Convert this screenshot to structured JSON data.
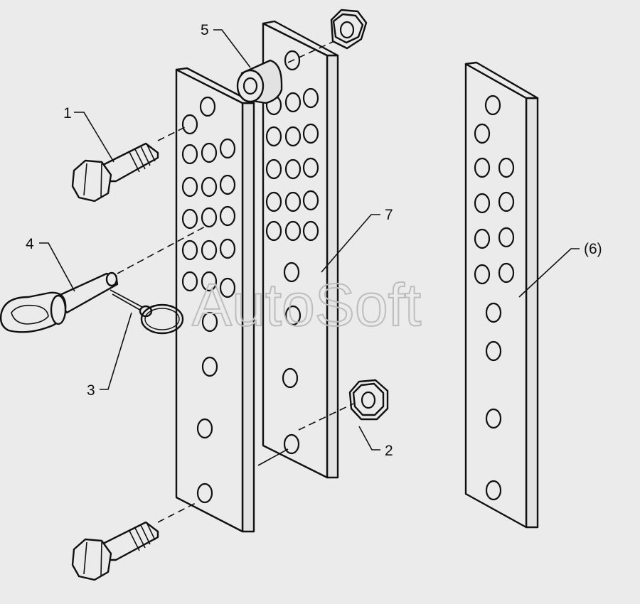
{
  "callouts": {
    "c1": "1",
    "c2": "2",
    "c3": "3",
    "c4": "4",
    "c5": "5",
    "c6": "(6)",
    "c7": "7"
  },
  "watermark": "AutoSoft"
}
